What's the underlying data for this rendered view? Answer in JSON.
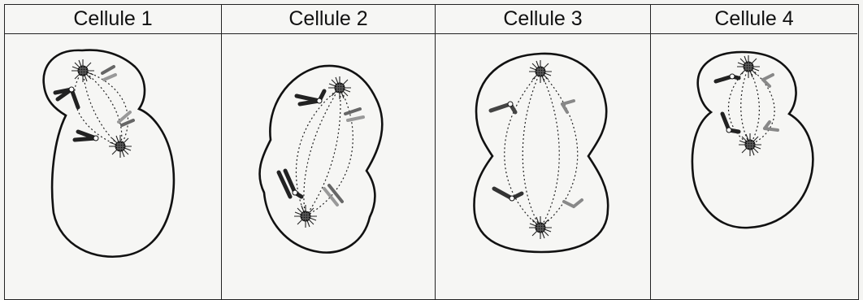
{
  "cells": [
    {
      "title": "Cellule 1"
    },
    {
      "title": "Cellule 2"
    },
    {
      "title": "Cellule 3"
    },
    {
      "title": "Cellule 4"
    }
  ]
}
